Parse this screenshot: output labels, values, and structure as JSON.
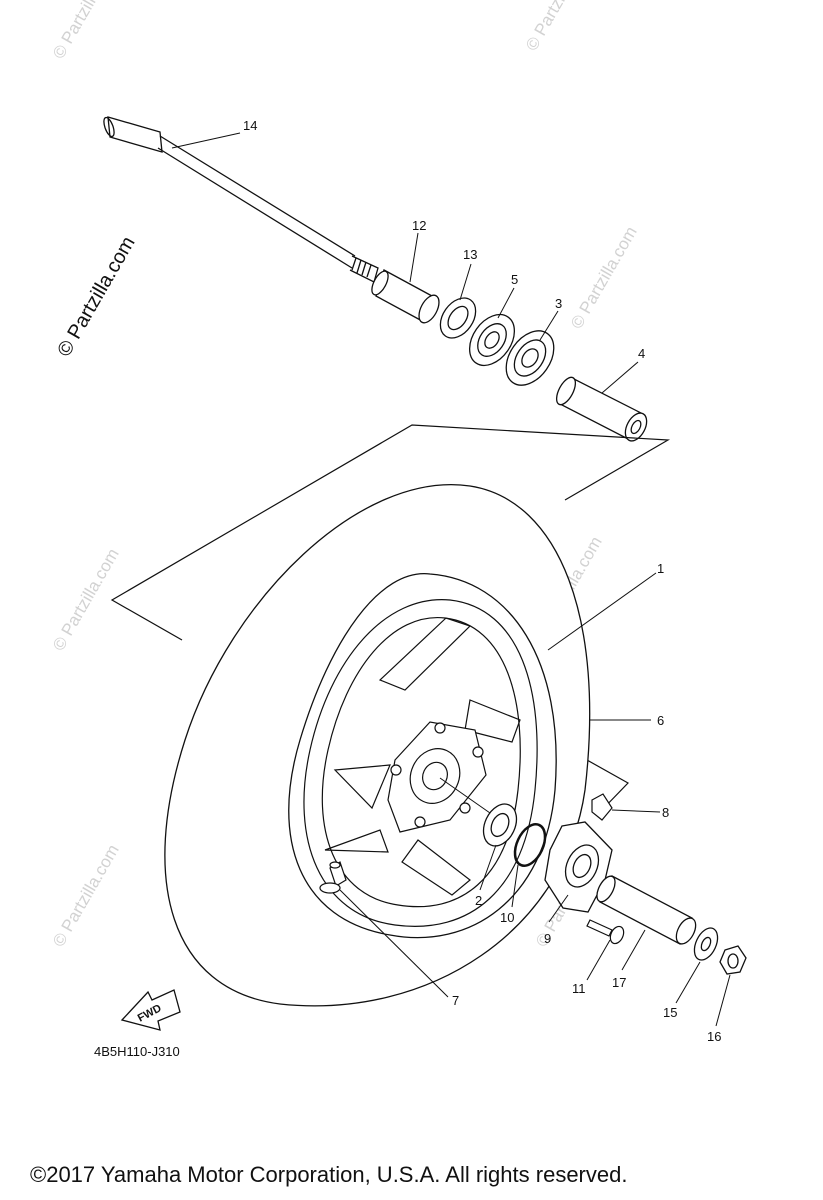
{
  "watermarks": {
    "main": "© Partzilla.com",
    "faint": "© Partzilla.com"
  },
  "callouts": {
    "c1": "1",
    "c2": "2",
    "c3": "3",
    "c4": "4",
    "c5": "5",
    "c6": "6",
    "c7": "7",
    "c8": "8",
    "c9": "9",
    "c10": "10",
    "c11": "11",
    "c12": "12",
    "c13": "13",
    "c14": "14",
    "c15": "15",
    "c16": "16",
    "c17": "17"
  },
  "fwd_label": "FWD",
  "diagram_code": "4B5H110-J310",
  "copyright": "©2017  Yamaha Motor Corporation, U.S.A. All rights reserved."
}
